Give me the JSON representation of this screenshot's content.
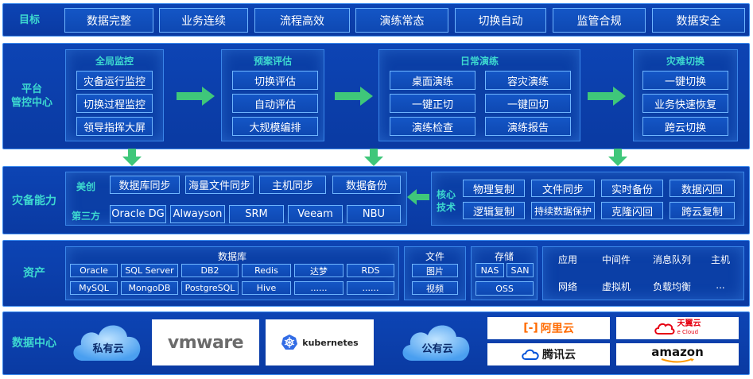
{
  "goals": {
    "label": "目标",
    "items": [
      "数据完整",
      "业务连续",
      "流程高效",
      "演练常态",
      "切换自动",
      "监管合规",
      "数据安全"
    ]
  },
  "platform": {
    "label_line1": "平台",
    "label_line2": "管控中心",
    "groups": [
      {
        "title": "全局监控",
        "items": [
          "灾备运行监控",
          "切换过程监控",
          "领导指挥大屏"
        ]
      },
      {
        "title": "预案评估",
        "items": [
          "切换评估",
          "自动评估",
          "大规模编排"
        ]
      },
      {
        "title": "日常演练",
        "items": [
          "桌面演练",
          "容灾演练",
          "一键正切",
          "一键回切",
          "演练检查",
          "演练报告"
        ]
      },
      {
        "title": "灾难切换",
        "items": [
          "一键切换",
          "业务快速恢复",
          "跨云切换"
        ]
      }
    ]
  },
  "capability": {
    "label": "灾备能力",
    "meichuang_label": "美创",
    "meichuang_items": [
      "数据库同步",
      "海量文件同步",
      "主机同步",
      "数据备份"
    ],
    "third_party_label": "第三方",
    "third_party_items": [
      "Oracle DG",
      "Alwayson",
      "SRM",
      "Veeam",
      "NBU"
    ],
    "core_label_line1": "核心",
    "core_label_line2": "技术",
    "core_items": [
      "物理复制",
      "文件同步",
      "实时备份",
      "数据闪回",
      "逻辑复制",
      "持续数据保护",
      "克隆闪回",
      "跨云复制"
    ]
  },
  "assets": {
    "label": "资产",
    "database": {
      "title": "数据库",
      "items": [
        "Oracle",
        "SQL Server",
        "DB2",
        "Redis",
        "达梦",
        "RDS",
        "MySQL",
        "MongoDB",
        "PostgreSQL",
        "Hive",
        "......",
        "......"
      ]
    },
    "file": {
      "title": "文件",
      "items": [
        "图片",
        "视频"
      ]
    },
    "storage": {
      "title": "存储",
      "items": [
        "NAS",
        "SAN",
        "OSS"
      ]
    },
    "others": [
      "应用",
      "中间件",
      "消息队列",
      "主机",
      "网络",
      "虚拟机",
      "负载均衡",
      "..."
    ]
  },
  "datacenter": {
    "label": "数据中心",
    "private_cloud": "私有云",
    "public_cloud": "公有云",
    "vendors": {
      "vmware": "vmware",
      "kubernetes": "kubernetes",
      "aliyun": "阿里云",
      "tianyi": "天翼云",
      "tianyi_sub": "e Cloud",
      "tencent": "腾讯云",
      "amazon": "amazon"
    }
  },
  "colors": {
    "background_blue": "#0a3aa2",
    "box_border": "#6fb6ff",
    "teal_label": "#3dd9d0",
    "arrow_green": "#3fc77a",
    "aliyun_orange": "#ff6a00",
    "tencent_blue": "#0052d9"
  }
}
